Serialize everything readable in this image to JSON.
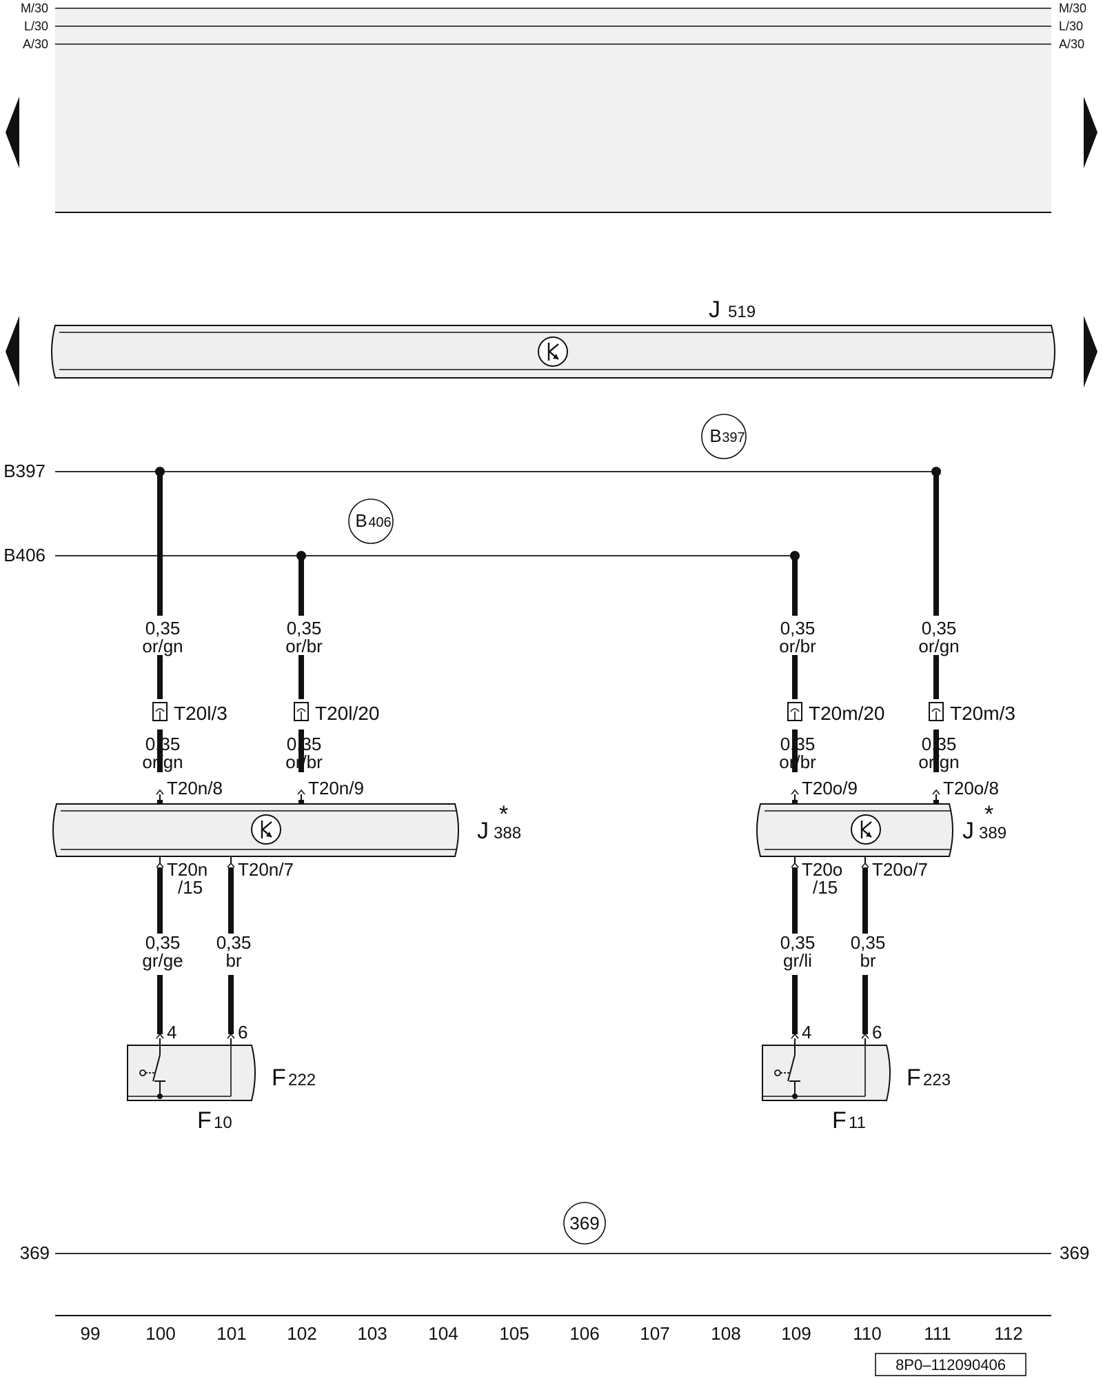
{
  "rails": {
    "m30": "M/30",
    "l30": "L/30",
    "a30": "A/30"
  },
  "modules": {
    "j519": {
      "letter": "J",
      "number": "519"
    },
    "j388": {
      "letter": "J",
      "number": "388",
      "star": "*"
    },
    "j389": {
      "letter": "J",
      "number": "389",
      "star": "*"
    }
  },
  "buses": {
    "b397": {
      "left": "B397",
      "circle_letter": "B",
      "circle_number": "397"
    },
    "b406": {
      "left": "B406",
      "circle_letter": "B",
      "circle_number": "406"
    }
  },
  "wires": {
    "w1": {
      "size": "0,35",
      "color": "or/gn"
    },
    "w2": {
      "size": "0,35",
      "color": "or/br"
    },
    "w3": {
      "size": "0,35",
      "color": "or/br"
    },
    "w4": {
      "size": "0,35",
      "color": "or/gn"
    },
    "w5": {
      "size": "0,35",
      "color": "or/gn"
    },
    "w6": {
      "size": "0,35",
      "color": "or/br"
    },
    "w7": {
      "size": "0,35",
      "color": "or/br"
    },
    "w8": {
      "size": "0,35",
      "color": "or/gn"
    },
    "w9": {
      "size": "0,35",
      "color": "gr/ge"
    },
    "w10": {
      "size": "0,35",
      "color": "br"
    },
    "w11": {
      "size": "0,35",
      "color": "gr/li"
    },
    "w12": {
      "size": "0,35",
      "color": "br"
    }
  },
  "connectors": {
    "c1": "T20l/3",
    "c2": "T20l/20",
    "c3": "T20m/20",
    "c4": "T20m/3",
    "c5": "T20n/8",
    "c6": "T20n/9",
    "c7": "T20o/9",
    "c8": "T20o/8",
    "c9a": "T20n",
    "c9b": "/15",
    "c10": "T20n/7",
    "c11a": "T20o",
    "c11b": "/15",
    "c12": "T20o/7"
  },
  "pins": {
    "p4a": "4",
    "p6a": "6",
    "p4b": "4",
    "p6b": "6"
  },
  "switches": {
    "f222": {
      "letter": "F",
      "number": "222"
    },
    "f10": {
      "letter": "F",
      "number": "10"
    },
    "f223": {
      "letter": "F",
      "number": "223"
    },
    "f11": {
      "letter": "F",
      "number": "11"
    }
  },
  "ground": {
    "left": "369",
    "right": "369",
    "circle": "369"
  },
  "columns": [
    "99",
    "100",
    "101",
    "102",
    "103",
    "104",
    "105",
    "106",
    "107",
    "108",
    "109",
    "110",
    "111",
    "112"
  ],
  "reference": "8P0–112090406"
}
